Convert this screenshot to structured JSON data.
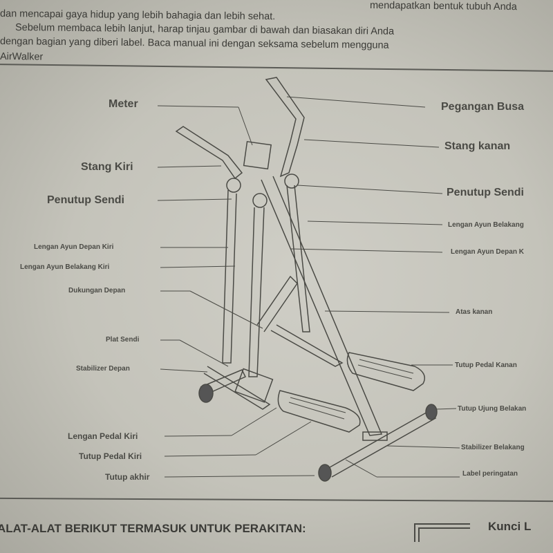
{
  "intro": {
    "line0": "mendapatkan bentuk tubuh Anda",
    "line1": "dan mencapai gaya hidup yang lebih bahagia dan lebih sehat.",
    "line2": "Sebelum membaca lebih lanjut, harap tinjau gambar di bawah dan biasakan diri Anda",
    "line3": "dengan bagian yang diberi label. Baca manual ini dengan seksama sebelum mengguna",
    "line4": "AirWalker"
  },
  "labels_left": [
    "Meter",
    "Stang Kiri",
    "Penutup Sendi",
    "Lengan Ayun Depan Kiri",
    "Lengan Ayun Belakang Kiri",
    "Dukungan Depan",
    "Plat Sendi",
    "Stabilizer Depan",
    "Lengan Pedal Kiri",
    "Tutup Pedal Kiri",
    "Tutup akhir"
  ],
  "labels_right": [
    "Pegangan Busa",
    "Stang kanan",
    "Penutup Sendi",
    "Lengan Ayun Belakang",
    "Lengan Ayun Depan K",
    "Atas kanan",
    "Tutup Pedal Kanan",
    "Tutup Ujung Belakan",
    "Stabilizer Belakang",
    "Label peringatan"
  ],
  "footer": {
    "tools_heading": "ALAT-ALAT BERIKUT TERMASUK UNTUK PERAKITAN:",
    "tool_name": "Kunci L"
  }
}
